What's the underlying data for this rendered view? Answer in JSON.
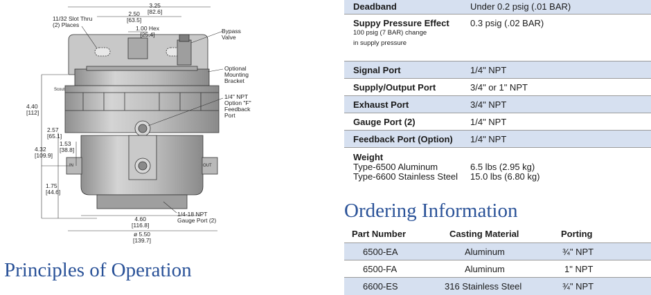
{
  "drawing": {
    "labels": {
      "slot": [
        "11/32 Slot Thru",
        "(2) Places"
      ],
      "w325": [
        "3.25",
        "[82.6]"
      ],
      "w250": [
        "2.50",
        "[63.5]"
      ],
      "hex": [
        "1.00 Hex",
        "[25.4]"
      ],
      "bypass": [
        "Bypass",
        "Valve"
      ],
      "bracket": [
        "Optional",
        "Mounting",
        "Bracket"
      ],
      "feedback": [
        "1/4\" NPT",
        "Option \"F\"",
        "Feedback",
        "Port"
      ],
      "h440": [
        "4.40",
        "[112]"
      ],
      "h257": [
        "2.57",
        "[65.1]"
      ],
      "h153": [
        "1.53",
        "[38.8]"
      ],
      "h432": [
        "4.32",
        "[109.9]"
      ],
      "h175": [
        "1.75",
        "[44.6]"
      ],
      "w460": [
        "4.60",
        "[116.8]"
      ],
      "gauge": [
        "1/4-18 NPT",
        "Gauge Port (2)"
      ],
      "dia550": [
        "ø 5.50",
        "[139.7]"
      ],
      "in_mark": "IN",
      "out_mark": "OUT",
      "brand": "Scout"
    }
  },
  "principles": {
    "heading": "Principles of Operation"
  },
  "specs": {
    "rows": [
      {
        "label": "Deadband",
        "value": "Under 0.2 psig (.01 BAR)"
      },
      {
        "label": "Suppy Pressure Effect",
        "value": "0.3 psig (.02 BAR)",
        "note1": "100 psig (7 BAR) change",
        "note2": "in supply pressure"
      },
      {
        "label": "Signal Port",
        "value": "1/4\" NPT"
      },
      {
        "label": "Supply/Output Port",
        "value": "3/4\" or 1\" NPT"
      },
      {
        "label": "Exhaust Port",
        "value": "3/4\" NPT"
      },
      {
        "label": "Gauge Port (2)",
        "value": "1/4\" NPT"
      },
      {
        "label": "Feedback Port (Option)",
        "value": "1/4\" NPT"
      },
      {
        "label": "Weight",
        "line1_label": "Type-6500 Aluminum",
        "line1_value": "6.5 lbs (2.95 kg)",
        "line2_label": "Type-6600 Stainless Steel",
        "line2_value": "15.0 lbs (6.80 kg)"
      }
    ]
  },
  "ordering": {
    "heading": "Ordering Information",
    "columns": [
      "Part Number",
      "Casting Material",
      "Porting"
    ],
    "rows": [
      [
        "6500-EA",
        "Aluminum",
        "¾\" NPT"
      ],
      [
        "6500-FA",
        "Aluminum",
        "1\" NPT"
      ],
      [
        "6600-ES",
        "316 Stainless Steel",
        "¾\" NPT"
      ]
    ]
  },
  "colors": {
    "heading_blue": "#2a5298",
    "row_shade": "#d6e0f0",
    "body_gray": "#b5b5b5"
  }
}
